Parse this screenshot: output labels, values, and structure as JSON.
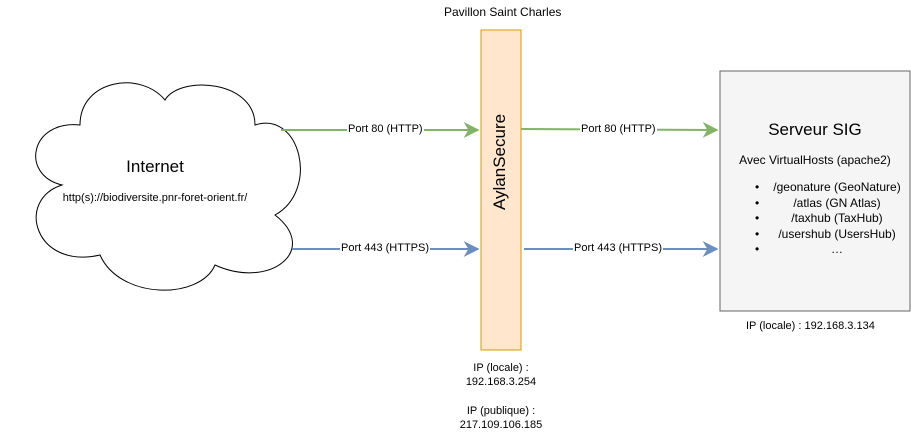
{
  "top_label": "Pavillon Saint Charles",
  "cloud": {
    "title": "Internet",
    "url": "http(s)://biodiversite.pnr-foret-orient.fr/"
  },
  "firewall": {
    "label": "AylanSecure"
  },
  "firewall_ip": {
    "local_label": "IP (locale) :",
    "local_value": "192.168.3.254",
    "public_label": "IP (publique) :",
    "public_value": "217.109.106.185"
  },
  "server": {
    "title": "Serveur SIG",
    "subtitle": "Avec VirtualHosts (apache2)",
    "items": [
      "/geonature (GeoNature)",
      "/atlas (GN Atlas)",
      "/taxhub (TaxHub)",
      "/usershub (UsersHub)",
      "…"
    ],
    "ip": "IP (locale) : 192.168.3.134"
  },
  "edges": {
    "http_left": "Port 80 (HTTP)",
    "https_left": "Port 443 (HTTPS)",
    "http_right": "Port 80 (HTTP)",
    "https_right": "Port 443 (HTTPS)"
  },
  "colors": {
    "http": "#82b366",
    "https": "#6c8ebf",
    "firewall_fill": "#ffe6cc",
    "firewall_stroke": "#d79b00",
    "server_fill": "#f5f5f5",
    "server_stroke": "#666666"
  }
}
